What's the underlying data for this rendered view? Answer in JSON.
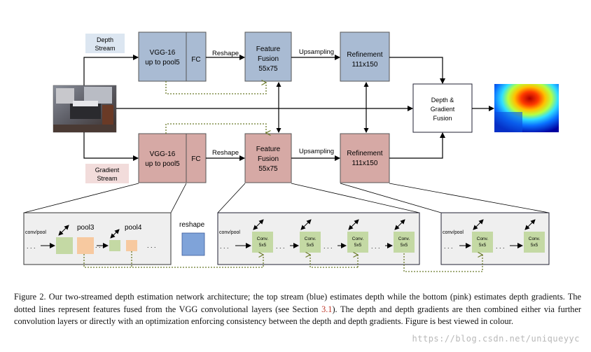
{
  "streams": {
    "depth_label_1": "Depth",
    "depth_label_2": "Stream",
    "gradient_label_1": "Gradient",
    "gradient_label_2": "Stream"
  },
  "blocks": {
    "vgg_line1": "VGG-16",
    "vgg_line2": "up to pool5",
    "fc": "FC",
    "reshape_label": "Reshape",
    "ff_line1": "Feature",
    "ff_line2": "Fusion",
    "ff_line3": "55x75",
    "upsampling_label": "Upsampling",
    "ref_line1": "Refinement",
    "ref_line2": "111x150",
    "dgf_line1": "Depth &",
    "dgf_line2": "Gradient",
    "dgf_line3": "Fusion"
  },
  "details": {
    "conv_pool": "conv/pool",
    "dots": ". . .",
    "pool3": "pool3",
    "pool4": "pool4",
    "reshape": "reshape",
    "conv1": "Conv.",
    "conv2": "5x5"
  },
  "caption": {
    "part1": "Figure 2.  Our two-streamed depth estimation network architecture; the top stream (blue) estimates depth while the bottom (pink) estimates depth gradients.  The dotted lines represent features fused from the VGG convolutional layers (see Section ",
    "ref": "3.1",
    "part2": ").  The depth and depth gradients are then combined either via further convolution layers or directly with an optimization enforcing consistency between the depth and depth gradients. Figure is best viewed in colour."
  },
  "watermark": "https://blog.csdn.net/uniqueyyc",
  "colors": {
    "blue_block": "#a9bbd3",
    "pink_block": "#d6a9a5",
    "green_conv": "#c4d9a4",
    "orange_pool": "#f7c9a0",
    "reshape_blue": "#7fa3d9",
    "panel_bg": "#efefef",
    "dotted": "#6b7a2a"
  }
}
